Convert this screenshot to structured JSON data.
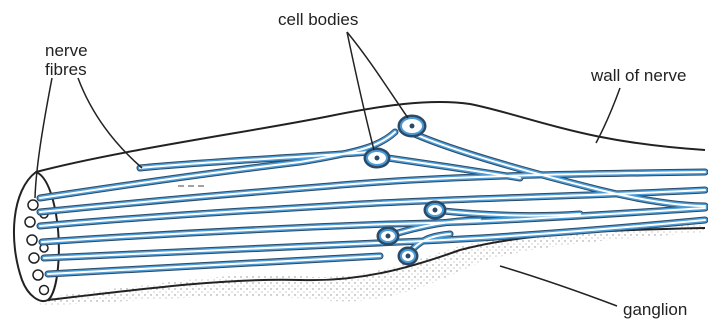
{
  "diagram": {
    "labels": {
      "nerve_fibres_line1": "nerve",
      "nerve_fibres_line2": "fibres",
      "cell_bodies": "cell bodies",
      "wall_of_nerve": "wall of nerve",
      "ganglion": "ganglion"
    },
    "colors": {
      "fibre_fill": "#ffffff",
      "fibre_outline": "#4a9bd6",
      "fibre_dark": "#2c4a66",
      "line": "#222222",
      "shading": "#999999"
    }
  }
}
